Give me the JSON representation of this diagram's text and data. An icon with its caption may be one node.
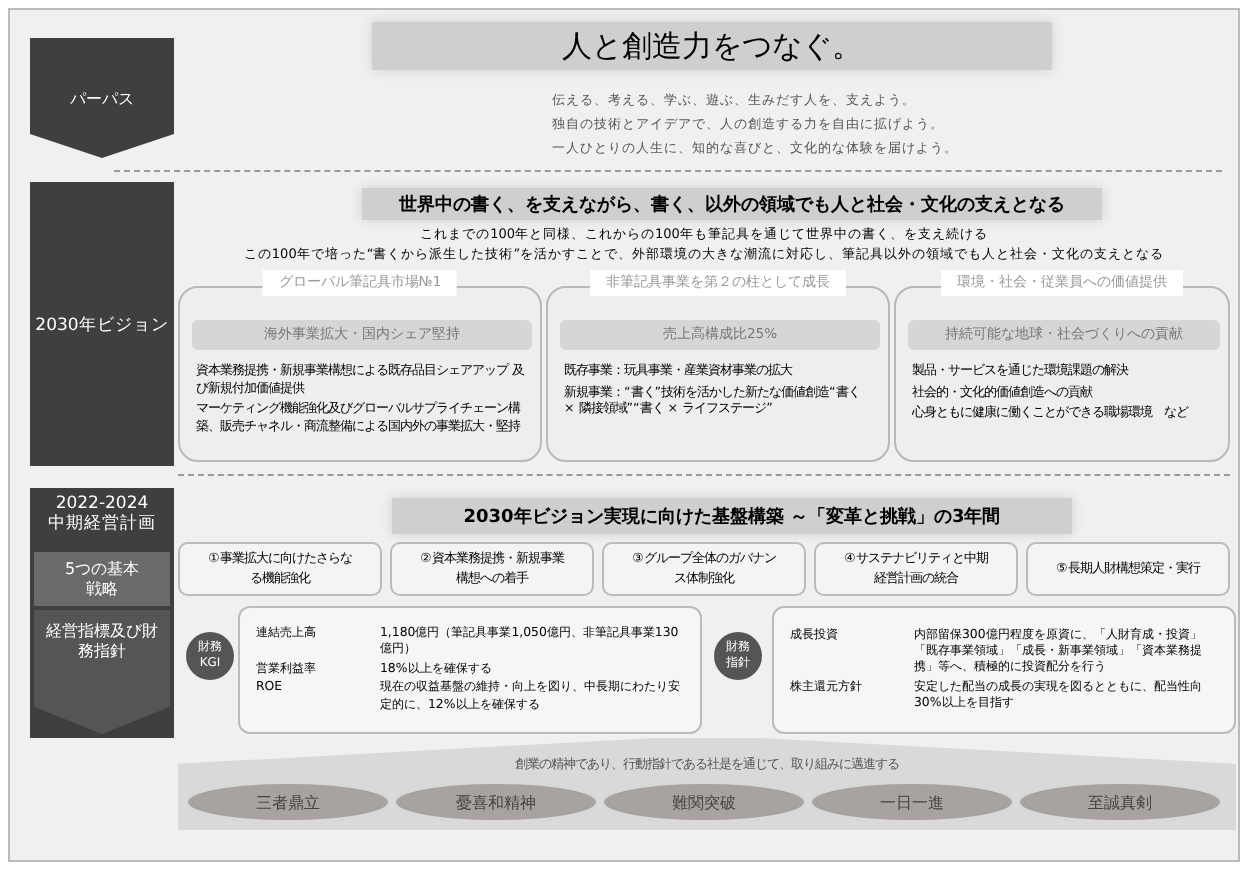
{
  "diagram": {
    "nodes": [
      {
        "text": [
          "パーパス"
        ]
      },
      {
        "text": [
          "人と創造力をつなぐ。"
        ]
      },
      {
        "text": [
          "2030年ビジョン"
        ]
      },
      {
        "text": [
          "世界中の書く、を支えながら、書く、以外の領域でも人と社会・文化の支えとなる"
        ],
        "beside": [
          "これまでの100年と同様、これからの100年も筆記具を通じて世界中の書く、を支え続ける",
          "この100年で培った“書くから派生した技術”を活かすことで、外部環境の大きな潮流に対応し、筆記具以外の領域でも人と社会・文化の支えとなる"
        ]
      },
      {
        "text": [
          "グローバル筆記具市場№1",
          "資本業務提携・新規事業構想による既存品目シェアアップ 及び新規付加価値提供",
          "マーケティング機能強化及びグローバルサプライチェーン構築、販売チャネル・商流整備による国内外の事業拡大・堅持"
        ]
      },
      {
        "text": [
          "海外事業拡大・国内シェア堅持"
        ],
        "in": 4
      },
      {
        "text": [
          "非筆記具事業を第２の柱として成長",
          "既存事業：玩具事業・産業資材事業の拡大",
          "新規事業：“書く”技術を活かした新たな価値創造“書く × 隣接領域”“書く × ライフステージ”"
        ]
      },
      {
        "text": [
          "売上高構成比25%"
        ],
        "in": 6
      },
      {
        "text": [
          "環境・社会・従業員への価値提供",
          "製品・サービスを通じた環境課題の解決",
          "社会的・文化的価値創造への貢献",
          "心身ともに健康に働くことができる職場環境　など"
        ]
      },
      {
        "text": [
          "持続可能な地球・社会づくりへの貢献"
        ],
        "in": 8
      },
      {
        "text": [
          "2022-2024",
          "中期経営計画"
        ]
      },
      {
        "text": [
          "5つの基本戦略"
        ],
        "in": 10
      },
      {
        "text": [
          "経営指標及び財務指針"
        ],
        "in": 10
      },
      {
        "text": [
          "2030年ビジョン実現に向けた基盤構築 ～「変革と挑戦」の3年間"
        ]
      },
      {
        "text": [
          "①事業拡大に向けたさらなる機能強化"
        ]
      },
      {
        "text": [
          "②資本業務提携・新規事業構想への着手"
        ]
      },
      {
        "text": [
          "③グループ全体のガバナンス体制強化"
        ]
      },
      {
        "text": [
          "④サステナビリティと中期経営計画の統合"
        ]
      },
      {
        "text": [
          "⑤長期人財構想策定・実行"
        ]
      },
      {
        "text": [
          "財務KGI"
        ]
      },
      {
        "text": [
          "連結売上高",
          "1,180億円（筆記具事業1,050億円、非筆記具事業130億円）",
          "営業利益率",
          "18%以上を確保する",
          "ROE",
          "現在の収益基盤の維持・向上を図り、中長期にわたり安定的に、12%以上を確保する"
        ]
      },
      {
        "text": [
          "財務指針"
        ]
      },
      {
        "text": [
          "成長投資",
          "内部留保300億円程度を原資に、「人財育成・投資」「既存事業領域」「成長・新事業領域」「資本業務提携」等へ、積極的に投資配分を行う",
          "株主還元方針",
          "安定した配当の成長の実現を図るとともに、配当性向30%以上を目指す"
        ]
      },
      {
        "text": [
          "創業の精神であり、行動指針である社是を通じて、取り組みに邁進する"
        ]
      },
      {
        "text": [
          "三者鼎立"
        ],
        "in": 23
      },
      {
        "text": [
          "憂喜和精神"
        ],
        "in": 23
      },
      {
        "text": [
          "難関突破"
        ],
        "in": 23
      },
      {
        "text": [
          "一日一進"
        ],
        "in": 23
      },
      {
        "text": [
          "至誠真剣"
        ],
        "in": 23
      }
    ],
    "edges": [],
    "labels": [
      "伝える、考える、学ぶ、遊ぶ、生みだす人を、支えよう。",
      "独自の技術とアイデアで、人の創造する力を自由に拡げよう。",
      "一人ひとりの人生に、知的な喜びと、文化的な体験を届けよう。"
    ]
  }
}
